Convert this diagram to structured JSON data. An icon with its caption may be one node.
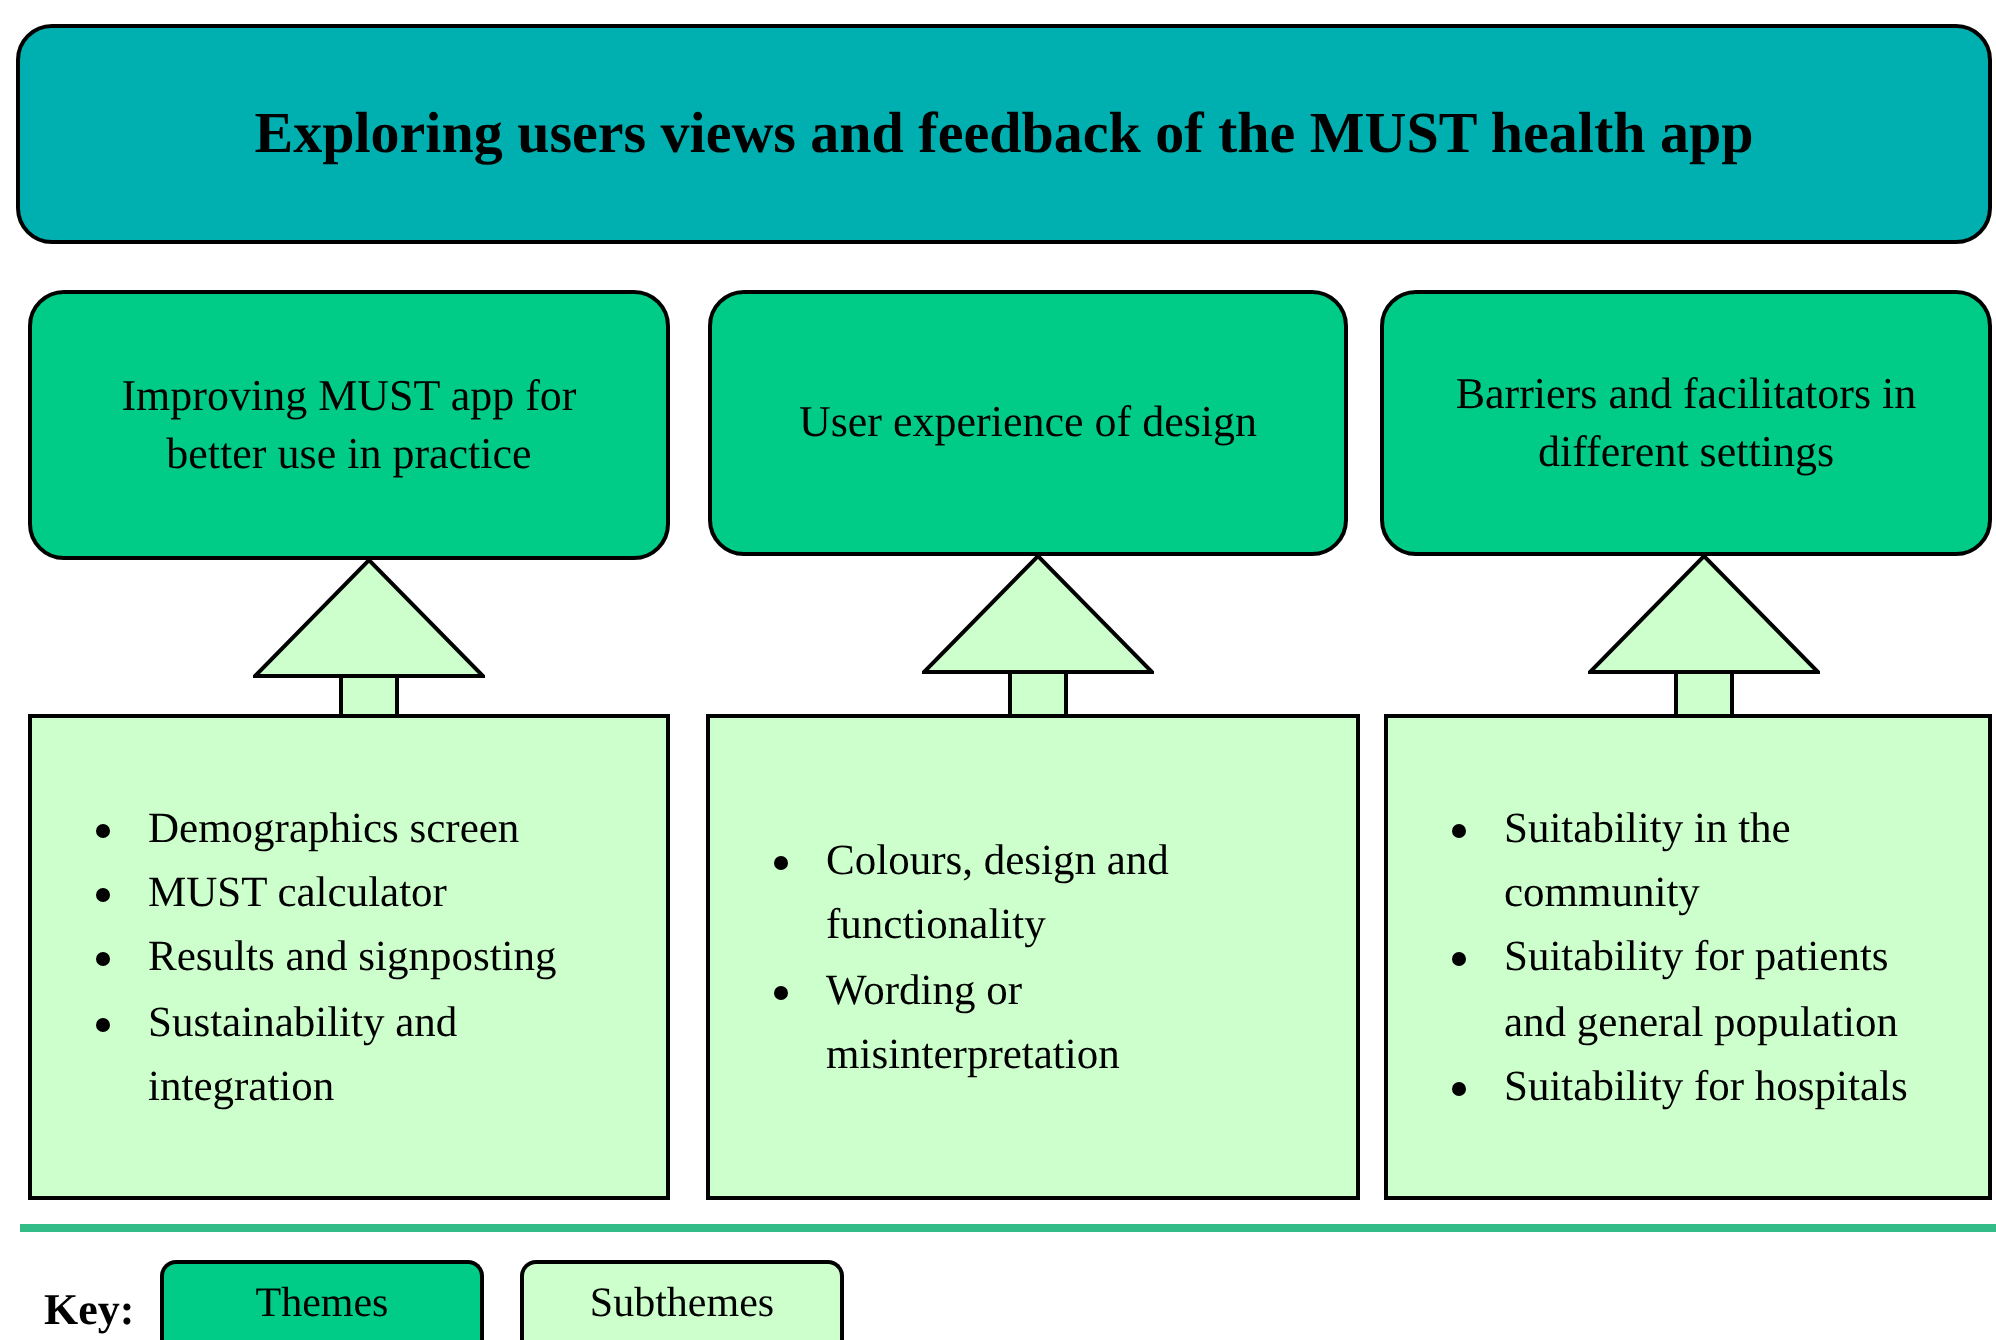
{
  "diagram": {
    "title": "Exploring users views and feedback of the MUST health app",
    "nodes": [
      {
        "text": [
          "Improving MUST app for better use in practice"
        ]
      },
      {
        "text": [
          "User experience of design"
        ]
      },
      {
        "text": [
          "Barriers and facilitators in different settings"
        ]
      },
      {
        "text": [
          "Demographics screen",
          "MUST calculator",
          "Results and signposting",
          "Sustainability and integration"
        ]
      },
      {
        "text": [
          "Colours, design and functionality",
          "Wording or misinterpretation"
        ]
      },
      {
        "text": [
          "Suitability in the community",
          "Suitability for patients and general population",
          "Suitability for hospitals"
        ]
      }
    ],
    "edges": [
      {
        "from": 3,
        "to": 0,
        "arrow": "to"
      },
      {
        "from": 4,
        "to": 1,
        "arrow": "to"
      },
      {
        "from": 5,
        "to": 2,
        "arrow": "to"
      }
    ],
    "labels": [
      "Key:"
    ],
    "legend": [
      {
        "text": "Themes",
        "color": "#00cc88"
      },
      {
        "text": "Subthemes",
        "color": "#ccffcc"
      }
    ]
  }
}
